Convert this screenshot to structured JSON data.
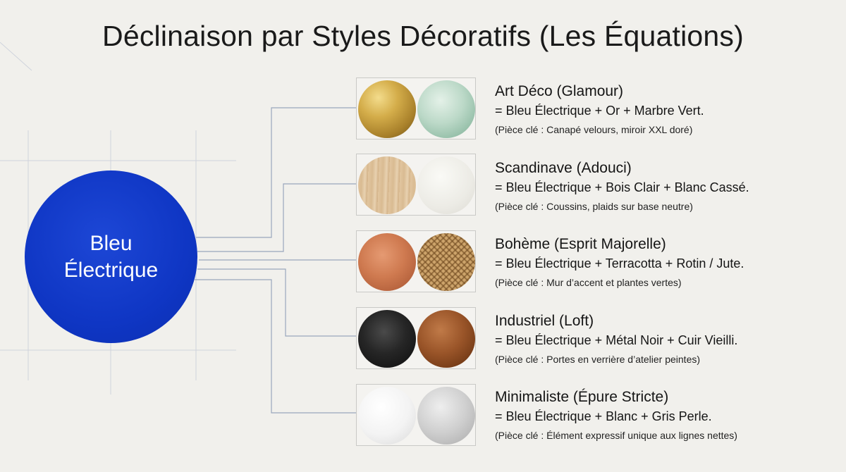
{
  "title": "Déclinaison par Styles Décoratifs (Les Équations)",
  "hub": {
    "line1": "Bleu",
    "line2": "Électrique",
    "color": "#0f36c4"
  },
  "styles": [
    {
      "name": "Art Déco (Glamour)",
      "equation": "= Bleu Électrique + Or + Marbre Vert.",
      "note": "(Pièce clé : Canapé velours, miroir XXL doré)",
      "swatches": [
        "gold",
        "green-marble"
      ]
    },
    {
      "name": "Scandinave (Adouci)",
      "equation": "= Bleu Électrique + Bois Clair + Blanc Cassé.",
      "note": "(Pièce clé : Coussins, plaids sur base neutre)",
      "swatches": [
        "light-wood",
        "off-white"
      ]
    },
    {
      "name": "Bohème (Esprit Majorelle)",
      "equation": "= Bleu Électrique + Terracotta + Rotin / Jute.",
      "note": "(Pièce clé : Mur d’accent et plantes vertes)",
      "swatches": [
        "terracotta",
        "rattan"
      ]
    },
    {
      "name": "Industriel (Loft)",
      "equation": "= Bleu Électrique + Métal Noir + Cuir Vieilli.",
      "note": "(Pièce clé : Portes en verrière d’atelier peintes)",
      "swatches": [
        "black-metal",
        "aged-leather"
      ]
    },
    {
      "name": "Minimaliste (Épure Stricte)",
      "equation": "= Bleu Électrique + Blanc + Gris Perle.",
      "note": "(Pièce clé : Élément expressif unique aux lignes nettes)",
      "swatches": [
        "white",
        "pearl-grey"
      ]
    }
  ]
}
